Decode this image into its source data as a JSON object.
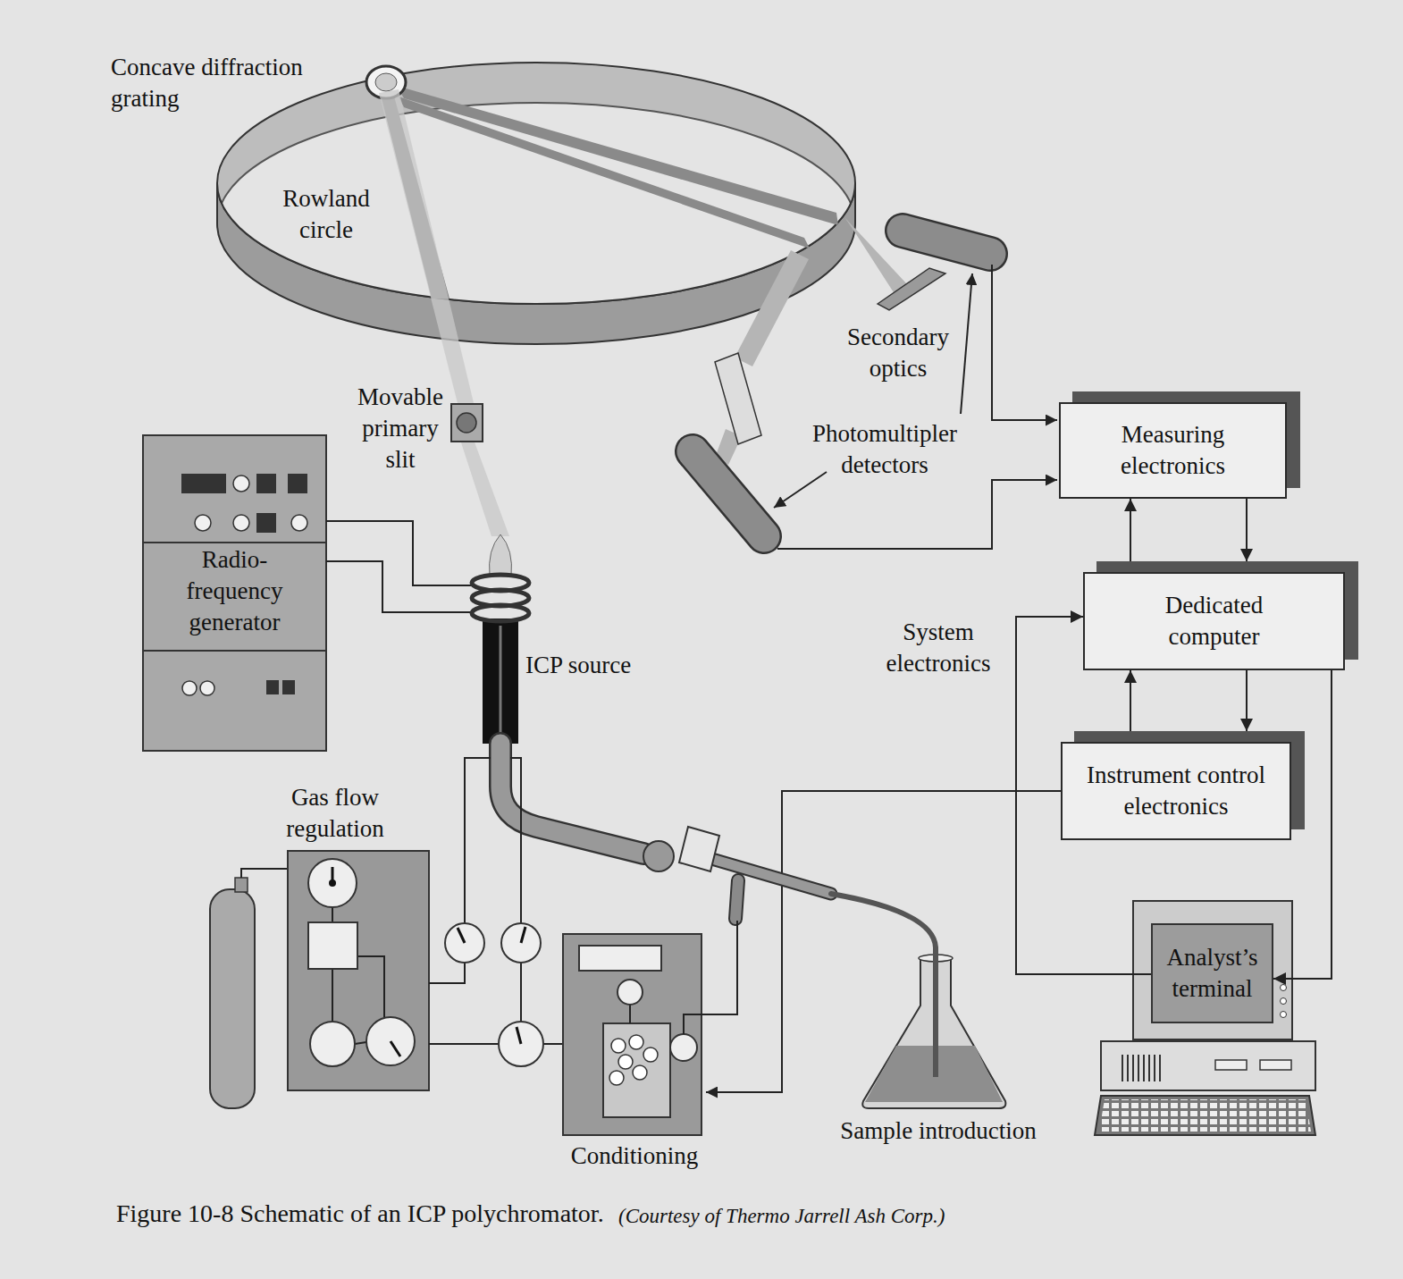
{
  "diagram": {
    "caption": "Figure 10-8 Schematic of an ICP polychromator.",
    "nodes": [
      {
        "text": [
          "Measuring electronics"
        ]
      },
      {
        "text": [
          "Radio-frequency generator"
        ]
      },
      {
        "text": [
          "Dedicated computer"
        ]
      },
      {
        "text": [
          "Instrument control electronics"
        ]
      },
      {
        "text": [
          "Analyst’s terminal"
        ]
      }
    ],
    "edges": [
      {
        "from": 0,
        "to": 2,
        "arrow": "to"
      },
      {
        "from": 2,
        "to": 0,
        "arrow": "to"
      },
      {
        "from": 3,
        "to": 2,
        "arrow": "to"
      },
      {
        "from": 2,
        "to": 3,
        "arrow": "to"
      },
      {
        "from": 2,
        "to": 4,
        "arrow": "to"
      },
      {
        "from": 4,
        "to": 2,
        "arrow": "to"
      }
    ],
    "labels": [
      "Concave diffraction grating",
      "Rowland circle",
      "Secondary optics",
      "Movable primary slit",
      "Photomultipler detectors",
      "ICP source",
      "System electronics",
      "Gas flow regulation",
      "Sample introduction",
      "Conditioning",
      "(Courtesy of Thermo Jarrell Ash Corp.)"
    ]
  }
}
